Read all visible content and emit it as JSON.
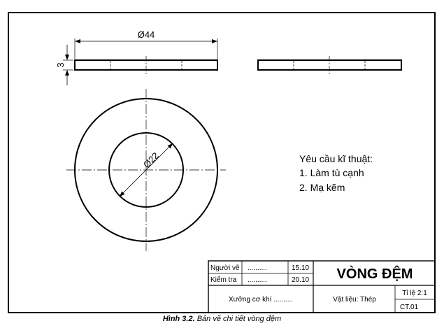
{
  "dimensions": {
    "outer_diameter": "Ø44",
    "thickness": "3",
    "inner_diameter": "Ø22"
  },
  "requirements": {
    "title": "Yêu cầu kĩ thuật:",
    "items": [
      "1. Làm tù cạnh",
      "2. Mạ kẽm"
    ]
  },
  "title_block": {
    "drawn_label": "Người vẽ",
    "drawn_dots": "..........",
    "drawn_date": "15.10",
    "checked_label": "Kiểm tra",
    "checked_dots": "..........",
    "checked_date": "20.10",
    "workshop": "Xưởng cơ khí ..........",
    "part_name": "VÒNG ĐỆM",
    "material": "Vật liệu: Thép",
    "scale": "Tỉ lệ 2:1",
    "code": "CT.01"
  },
  "caption": {
    "label": "Hình 3.2.",
    "text": "Bản vẽ chi tiết vòng đệm"
  }
}
